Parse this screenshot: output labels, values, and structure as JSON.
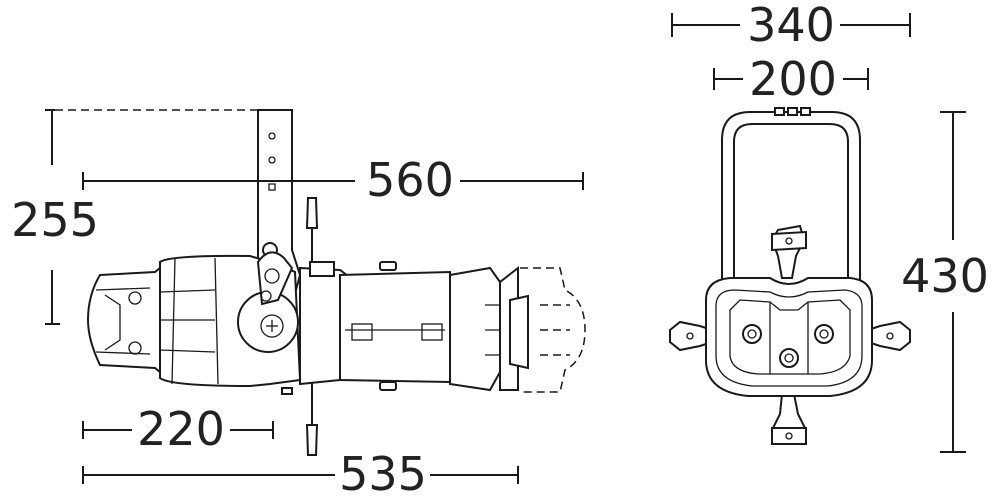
{
  "dimensions": {
    "side_height": "255",
    "overall_length": "560",
    "front_section_length": "220",
    "body_length": "535",
    "front_total_width": "340",
    "front_yoke_width": "200",
    "front_height": "430"
  },
  "colors": {
    "line": "#1a1a1a",
    "background": "#ffffff"
  }
}
